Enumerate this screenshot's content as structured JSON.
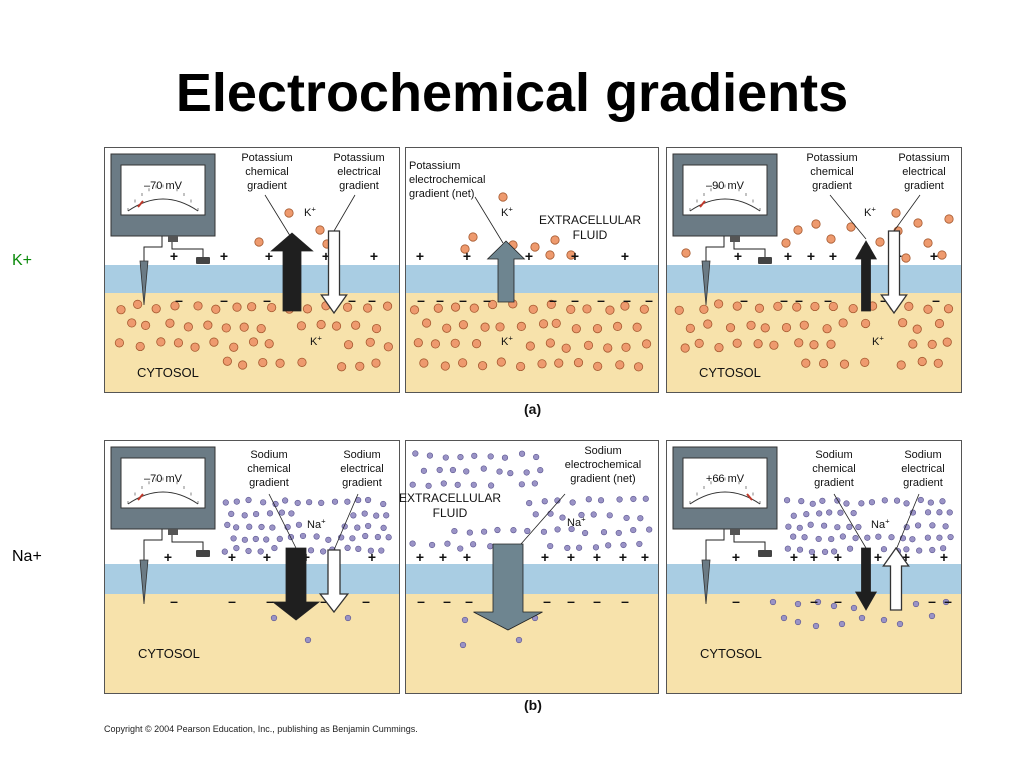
{
  "title": "Electrochemical gradients",
  "side_labels": {
    "k": "K+",
    "na": "Na+"
  },
  "captions": {
    "a": "(a)",
    "b": "(b)"
  },
  "copyright": "Copyright © 2004 Pearson Education, Inc., publishing as Benjamin Cummings.",
  "rows": [
    {
      "ion": "K",
      "panels": [
        {
          "kind": "meter",
          "meter": "–70 mV",
          "needle": "left",
          "chem_label": [
            "Potassium",
            "chemical",
            "gradient"
          ],
          "elec_label": [
            "Potassium",
            "electrical",
            "gradient"
          ],
          "ion_out": "K+",
          "ion_in": "K+",
          "compartment": "CYTOSOL",
          "chem_dir": "up",
          "elec_dir": "down"
        },
        {
          "kind": "net",
          "net_label": [
            "Potassium",
            "electrochemical",
            "gradient (net)"
          ],
          "fluid_label": [
            "EXTRACELLULAR",
            "FLUID"
          ],
          "ion_out": "K+",
          "ion_in": "K+",
          "net_dir": "up"
        },
        {
          "kind": "meter",
          "meter": "–90 mV",
          "needle": "left",
          "chem_label": [
            "Potassium",
            "chemical",
            "gradient"
          ],
          "elec_label": [
            "Potassium",
            "electrical",
            "gradient"
          ],
          "ion_out": "K+",
          "ion_in": "K+",
          "compartment": "CYTOSOL",
          "chem_dir": "up",
          "elec_dir": "down"
        }
      ]
    },
    {
      "ion": "Na",
      "panels": [
        {
          "kind": "meter",
          "meter": "–70 mV",
          "needle": "left",
          "chem_label": [
            "Sodium",
            "chemical",
            "gradient"
          ],
          "elec_label": [
            "Sodium",
            "electrical",
            "gradient"
          ],
          "ion_out": "Na+",
          "compartment": "CYTOSOL",
          "chem_dir": "down",
          "elec_dir": "down"
        },
        {
          "kind": "net",
          "net_label": [
            "Sodium",
            "electrochemical",
            "gradient (net)"
          ],
          "fluid_label": [
            "EXTRACELLULAR",
            "FLUID"
          ],
          "ion_out": "Na+",
          "net_dir": "down"
        },
        {
          "kind": "meter",
          "meter": "+66 mV",
          "needle": "right",
          "chem_label": [
            "Sodium",
            "chemical",
            "gradient"
          ],
          "elec_label": [
            "Sodium",
            "electrical",
            "gradient"
          ],
          "ion_out": "Na+",
          "compartment": "CYTOSOL",
          "chem_dir": "down",
          "elec_dir": "up"
        }
      ]
    }
  ],
  "colors": {
    "membrane": "#a9cde3",
    "cytosol": "#f7e2ab",
    "potassium": "#ee9a6e",
    "sodium": "#9a93c6",
    "meter_frame": "#6b7b85",
    "dark_arrow": "#1f1f1f",
    "net_arrow": "#6e8590"
  }
}
